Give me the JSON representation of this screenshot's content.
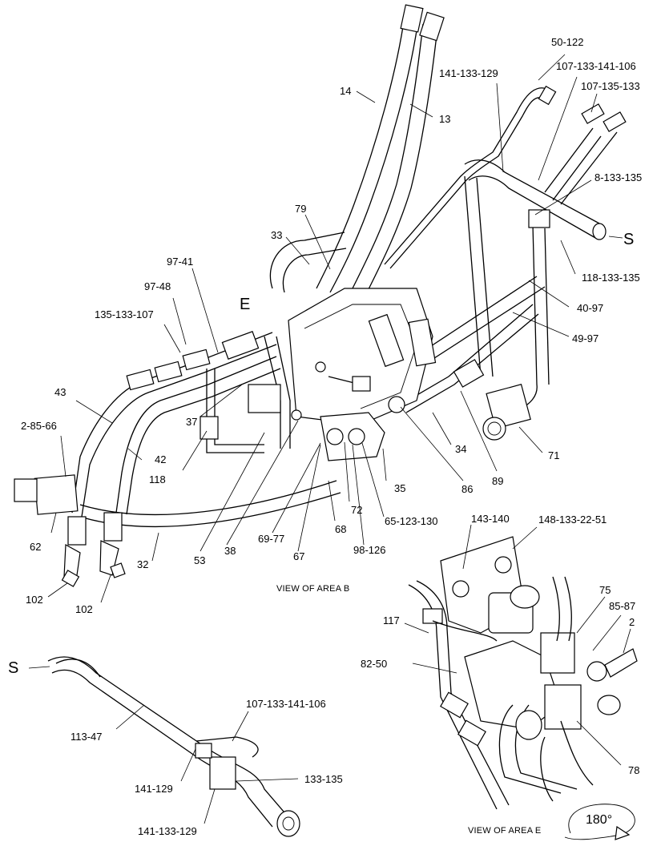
{
  "callouts": {
    "c1": "50-122",
    "c2": "107-133-141-106",
    "c3": "141-133-129",
    "c4": "107-135-133",
    "c5": "14",
    "c6": "13",
    "c7": "8-133-135",
    "c8": "S",
    "c9": "79",
    "c10": "33",
    "c11": "118-133-135",
    "c12": "97-41",
    "c13": "E",
    "c14": "40-97",
    "c15": "97-48",
    "c16": "135-133-107",
    "c17": "49-97",
    "c18": "43",
    "c19": "37",
    "c20": "2-85-66",
    "c21": "34",
    "c22": "71",
    "c23": "42",
    "c24": "118",
    "c25": "35",
    "c26": "86",
    "c27": "89",
    "c28": "72",
    "c29": "65-123-130",
    "c30": "62",
    "c31": "69-77",
    "c32": "68",
    "c33": "53",
    "c34": "38",
    "c35": "67",
    "c36": "98-126",
    "c37": "32",
    "c38": "102",
    "c39": "102",
    "c40": "143-140",
    "c41": "148-133-22-51",
    "c42": "75",
    "c43": "85-87",
    "c44": "2",
    "c45": "117",
    "c46": "82-50",
    "c47": "78",
    "c48": "S",
    "c49": "107-133-141-106",
    "c50": "113-47",
    "c51": "133-135",
    "c52": "141-129",
    "c53": "141-133-129",
    "c54": "180°"
  },
  "captions": {
    "area_b": "VIEW OF AREA B",
    "area_e": "VIEW OF AREA E"
  }
}
